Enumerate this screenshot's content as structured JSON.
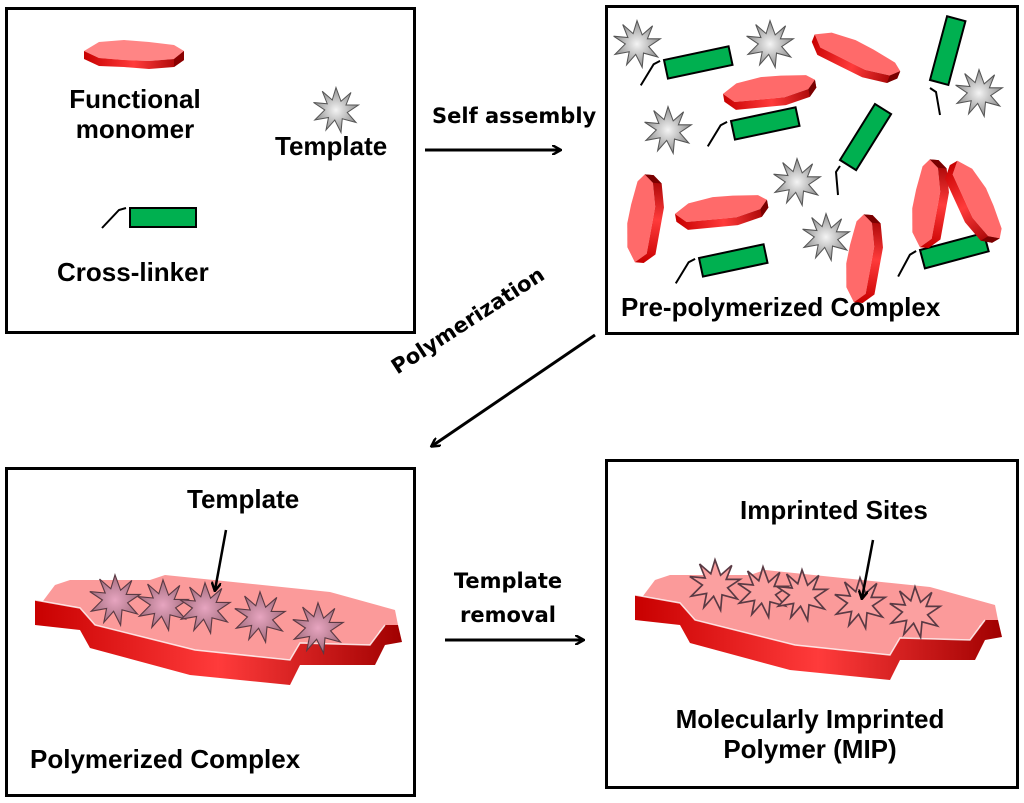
{
  "panels": {
    "components": {
      "functional_monomer_label": "Functional\nmonomer",
      "template_label": "Template",
      "cross_linker_label": "Cross-linker"
    },
    "pre_polymerized": {
      "title": "Pre-polymerized Complex"
    },
    "polymerized": {
      "template_callout": "Template",
      "title": "Polymerized Complex"
    },
    "mip": {
      "sites_callout": "Imprinted Sites",
      "title": "Molecularly Imprinted\nPolymer (MIP)"
    }
  },
  "arrows": {
    "self_assembly": "Self assembly",
    "polymerization": "Polymerization",
    "template_removal": "Template\nremoval"
  },
  "colors": {
    "monomer_red": "#e8201e",
    "monomer_light": "#ff8a8a",
    "monomer_dark": "#8e0000",
    "crosslinker_green": "#00b050",
    "template_gray": "#b9b9b9",
    "imprint_pink": "#c9849a"
  }
}
